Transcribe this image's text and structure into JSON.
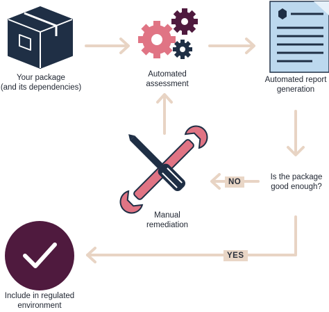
{
  "nodes": {
    "package_line1": "Your package",
    "package_line2": "(and its dependencies)",
    "assessment_line1": "Automated",
    "assessment_line2": "assessment",
    "report_line1": "Automated report",
    "report_line2": "generation",
    "decision_line1": "Is the package",
    "decision_line2": "good enough?",
    "remediation_line1": "Manual",
    "remediation_line2": "remediation",
    "include_line1": "Include in regulated",
    "include_line2": "environment"
  },
  "edges": {
    "no_label": "NO",
    "yes_label": "YES"
  },
  "colors": {
    "arrow": "#e8d4c4",
    "navy": "#1f2f45",
    "pink": "#e07484",
    "plum": "#4f1a3e",
    "doc_blue": "#bcd8ee",
    "tag_bg": "#e9d6c6"
  }
}
